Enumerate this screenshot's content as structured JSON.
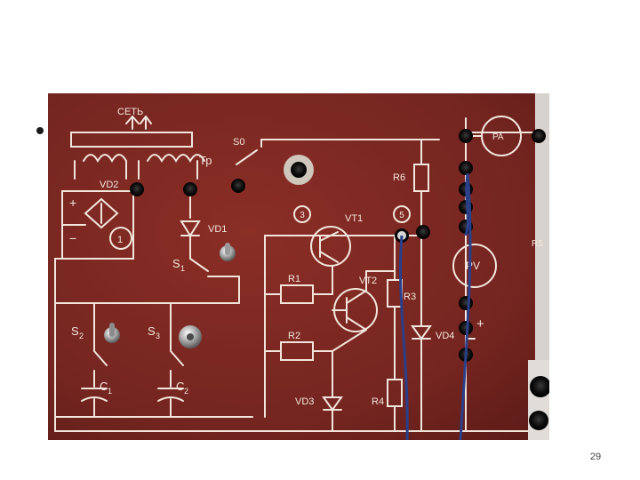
{
  "slide": {
    "page_number": "29",
    "background": "#ffffff"
  },
  "photo": {
    "panel_color": "#7a2620",
    "line_color": "#f2e6dc",
    "labels": {
      "mains": "СЕТЬ",
      "transformer": "Тр",
      "vd2": "VD2",
      "vd1": "VD1",
      "s1": "S",
      "s1_sub": "1",
      "s2": "S",
      "s2_sub": "2",
      "s3": "S",
      "s3_sub": "3",
      "c1": "C",
      "c1_sub": "1",
      "c2": "C",
      "c2_sub": "2",
      "plus": "+",
      "minus": "−",
      "one": "1",
      "s0": "S0",
      "r6": "R6",
      "three": "3",
      "vt1": "VT1",
      "five": "5",
      "r1": "R1",
      "vt2": "VT2",
      "r3": "R3",
      "r2": "R2",
      "vd4": "VD4",
      "vd3": "VD3",
      "r4": "R4",
      "pa": "PA",
      "pv": "PV",
      "r5": "R5",
      "plus_right": "+"
    }
  }
}
